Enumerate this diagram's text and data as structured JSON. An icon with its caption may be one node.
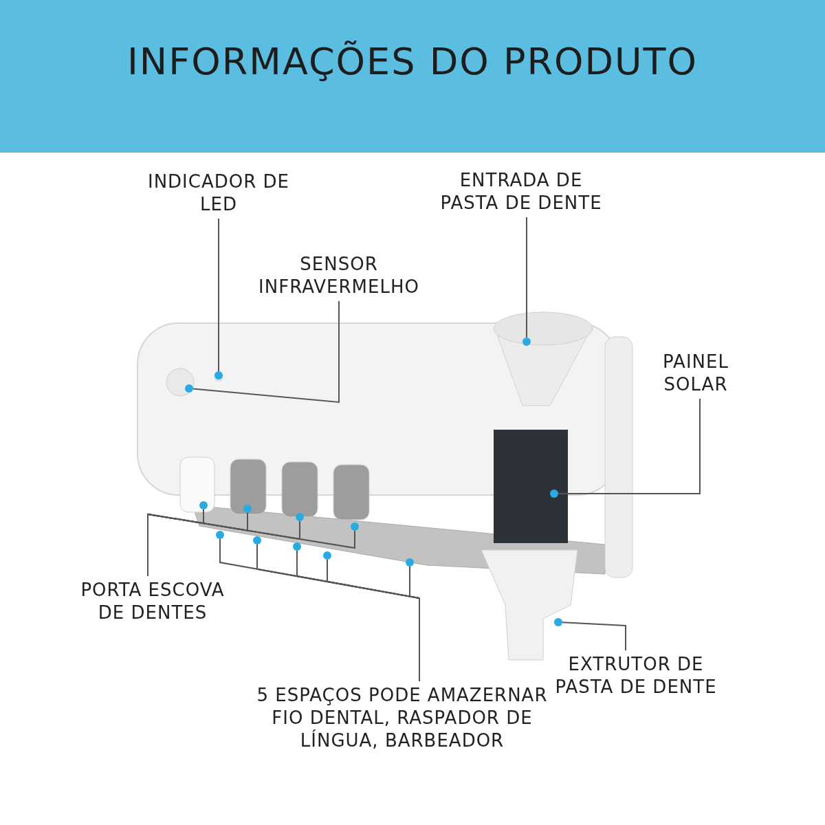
{
  "diagram": {
    "title": "INFORMAÇÕES DO PRODUTO",
    "nodes": [
      {
        "text": [
          "INDICADOR DE LED"
        ]
      },
      {
        "text": [],
        "shape": "circle"
      },
      {
        "text": [
          "SENSOR INFRAVERMELHO"
        ]
      },
      {
        "text": [],
        "shape": "circle"
      },
      {
        "text": [
          "ENTRADA DE PASTA DE DENTE"
        ]
      },
      {
        "text": [],
        "shape": "circle"
      },
      {
        "text": [
          "PAINEL SOLAR"
        ]
      },
      {
        "text": [],
        "shape": "circle"
      },
      {
        "text": [
          "PORTA ESCOVA DE DENTES"
        ]
      },
      {
        "text": [],
        "shape": "circle"
      },
      {
        "text": [],
        "shape": "circle"
      },
      {
        "text": [],
        "shape": "circle"
      },
      {
        "text": [],
        "shape": "circle"
      },
      {
        "text": [
          "5 ESPAÇOS PODE AMAZERNAR FIO DENTAL, RASPADOR DE LÍNGUA, BARBEADOR"
        ]
      },
      {
        "text": [],
        "shape": "circle"
      },
      {
        "text": [],
        "shape": "circle"
      },
      {
        "text": [],
        "shape": "circle"
      },
      {
        "text": [],
        "shape": "circle"
      },
      {
        "text": [],
        "shape": "circle"
      },
      {
        "text": [
          "EXTRUTOR DE PASTA DE DENTE"
        ]
      },
      {
        "text": [],
        "shape": "circle"
      }
    ],
    "edges": [
      {
        "from": 0,
        "to": 1,
        "arrow": "none"
      },
      {
        "from": 2,
        "to": 3,
        "arrow": "none"
      },
      {
        "from": 4,
        "to": 5,
        "arrow": "none"
      },
      {
        "from": 6,
        "to": 7,
        "arrow": "none"
      },
      {
        "from": 8,
        "to": 9,
        "arrow": "none"
      },
      {
        "from": 8,
        "to": 10,
        "arrow": "none"
      },
      {
        "from": 8,
        "to": 11,
        "arrow": "none"
      },
      {
        "from": 8,
        "to": 12,
        "arrow": "none"
      },
      {
        "from": 13,
        "to": 14,
        "arrow": "none"
      },
      {
        "from": 13,
        "to": 15,
        "arrow": "none"
      },
      {
        "from": 13,
        "to": 16,
        "arrow": "none"
      },
      {
        "from": 13,
        "to": 17,
        "arrow": "none"
      },
      {
        "from": 13,
        "to": 18,
        "arrow": "none"
      },
      {
        "from": 19,
        "to": 20,
        "arrow": "none"
      }
    ]
  }
}
